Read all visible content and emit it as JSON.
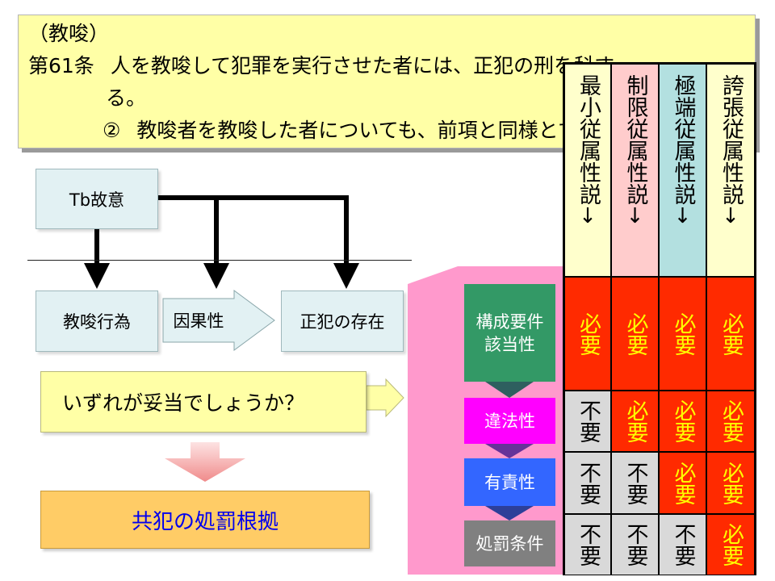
{
  "statute": {
    "heading": "（教唆）",
    "article_label": "第61条",
    "article_text": "人を教唆して犯罪を実行させた者には、正犯の刑を科す",
    "article_cont": "る。",
    "para_marker": "②",
    "para_text": "教唆者を教唆した者についても、前項と同様とする。"
  },
  "flow": {
    "intent": "Tb故意",
    "instigation": "教唆行為",
    "causation": "因果性",
    "principal": "正犯の存在",
    "question": "いずれが妥当でしょうか？",
    "basis": "共犯の処罰根拠"
  },
  "requirements": [
    {
      "label": "構成要件該当性",
      "line1": "構成要件",
      "line2": "該当性",
      "color": "#339966"
    },
    {
      "label": "違法性",
      "color": "#ff00ff"
    },
    {
      "label": "有責性",
      "color": "#3366ff"
    },
    {
      "label": "処罰条件",
      "color": "#808080"
    }
  ],
  "theories": [
    {
      "name": "最小従属性説",
      "arrow": "↓",
      "color": "#ffffcc"
    },
    {
      "name": "制限従属性説",
      "arrow": "↓",
      "color": "#ffcccc"
    },
    {
      "name": "極端従属性説",
      "arrow": "↓",
      "color": "#b3e0e0"
    },
    {
      "name": "誇張従属性説",
      "arrow": "↓",
      "color": "#ffffcc"
    }
  ],
  "labels": {
    "required": "必要",
    "not_required": "不要"
  },
  "matrix": [
    [
      "必要",
      "必要",
      "必要",
      "必要"
    ],
    [
      "不要",
      "必要",
      "必要",
      "必要"
    ],
    [
      "不要",
      "不要",
      "必要",
      "必要"
    ],
    [
      "不要",
      "不要",
      "不要",
      "必要"
    ]
  ],
  "colors": {
    "statute_bg": "#ffffa6",
    "required_bg": "#ff2a00",
    "required_text": "#ffff00",
    "not_required_bg": "#d9d9d9",
    "funnel": "#ff99cc",
    "basis_bg": "#ffcc66",
    "basis_text": "#0000ee"
  }
}
